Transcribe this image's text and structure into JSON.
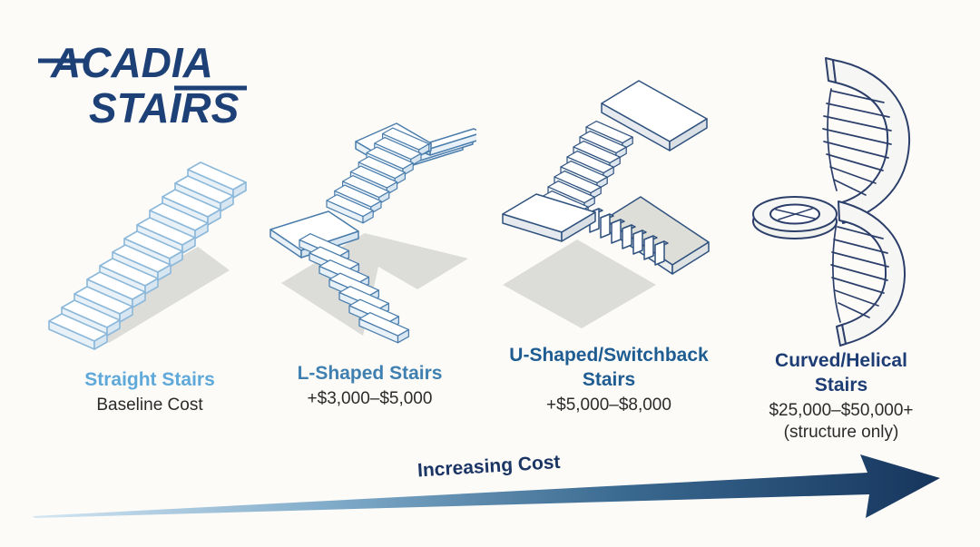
{
  "logo": {
    "line1": "ACADIA",
    "line2": "STAIRS"
  },
  "stair_types": [
    {
      "name": "Straight Stairs",
      "name_line2": "",
      "cost": "Baseline Cost",
      "cost_note": "",
      "title_color": "#5fa9da",
      "illustration": "straight-stairs-isometric"
    },
    {
      "name": "L-Shaped Stairs",
      "name_line2": "",
      "cost": "+$3,000–$5,000",
      "cost_note": "",
      "title_color": "#3f80b1",
      "illustration": "l-shaped-stairs-isometric"
    },
    {
      "name": "U-Shaped/Switchback",
      "name_line2": "Stairs",
      "cost": "+$5,000–$8,000",
      "cost_note": "",
      "title_color": "#1e5c92",
      "illustration": "u-shaped-stairs-isometric"
    },
    {
      "name": "Curved/Helical",
      "name_line2": "Stairs",
      "cost": "$25,000–$50,000+",
      "cost_note": "(structure only)",
      "title_color": "#1e3d74",
      "illustration": "curved-helical-stairs-isometric"
    }
  ],
  "arrow": {
    "label": "Increasing Cost",
    "label_color": "#1b3565",
    "gradient": [
      "#d4e6f3",
      "#7fabc9",
      "#39688f",
      "#16355d"
    ]
  },
  "colors": {
    "background": "#fcfbf8",
    "shadow": "#dcdcd9",
    "cost_text": "#2b2b2b",
    "logo": "#1d4076",
    "straight_outline": "#8cb8da",
    "l_shaped_outline": "#4a7dac",
    "u_shaped_outline": "#2e517e",
    "spiral_outline": "#2c3f6b"
  }
}
